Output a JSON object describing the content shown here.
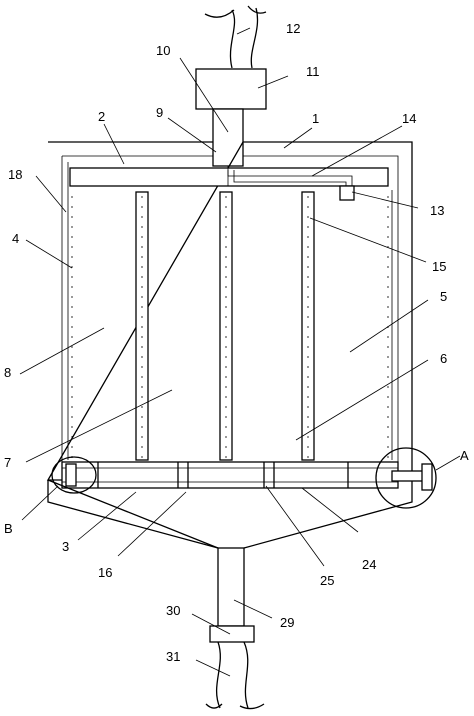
{
  "labels": {
    "l1": "1",
    "l2": "2",
    "l3": "3",
    "l4": "4",
    "l5": "5",
    "l6": "6",
    "l7": "7",
    "l8": "8",
    "l9": "9",
    "l10": "10",
    "l11": "11",
    "l12": "12",
    "l13": "13",
    "l14": "14",
    "l15": "15",
    "l16": "16",
    "l18": "18",
    "l24": "24",
    "l25": "25",
    "l29": "29",
    "l30": "30",
    "l31": "31",
    "lA": "A",
    "lB": "B"
  }
}
